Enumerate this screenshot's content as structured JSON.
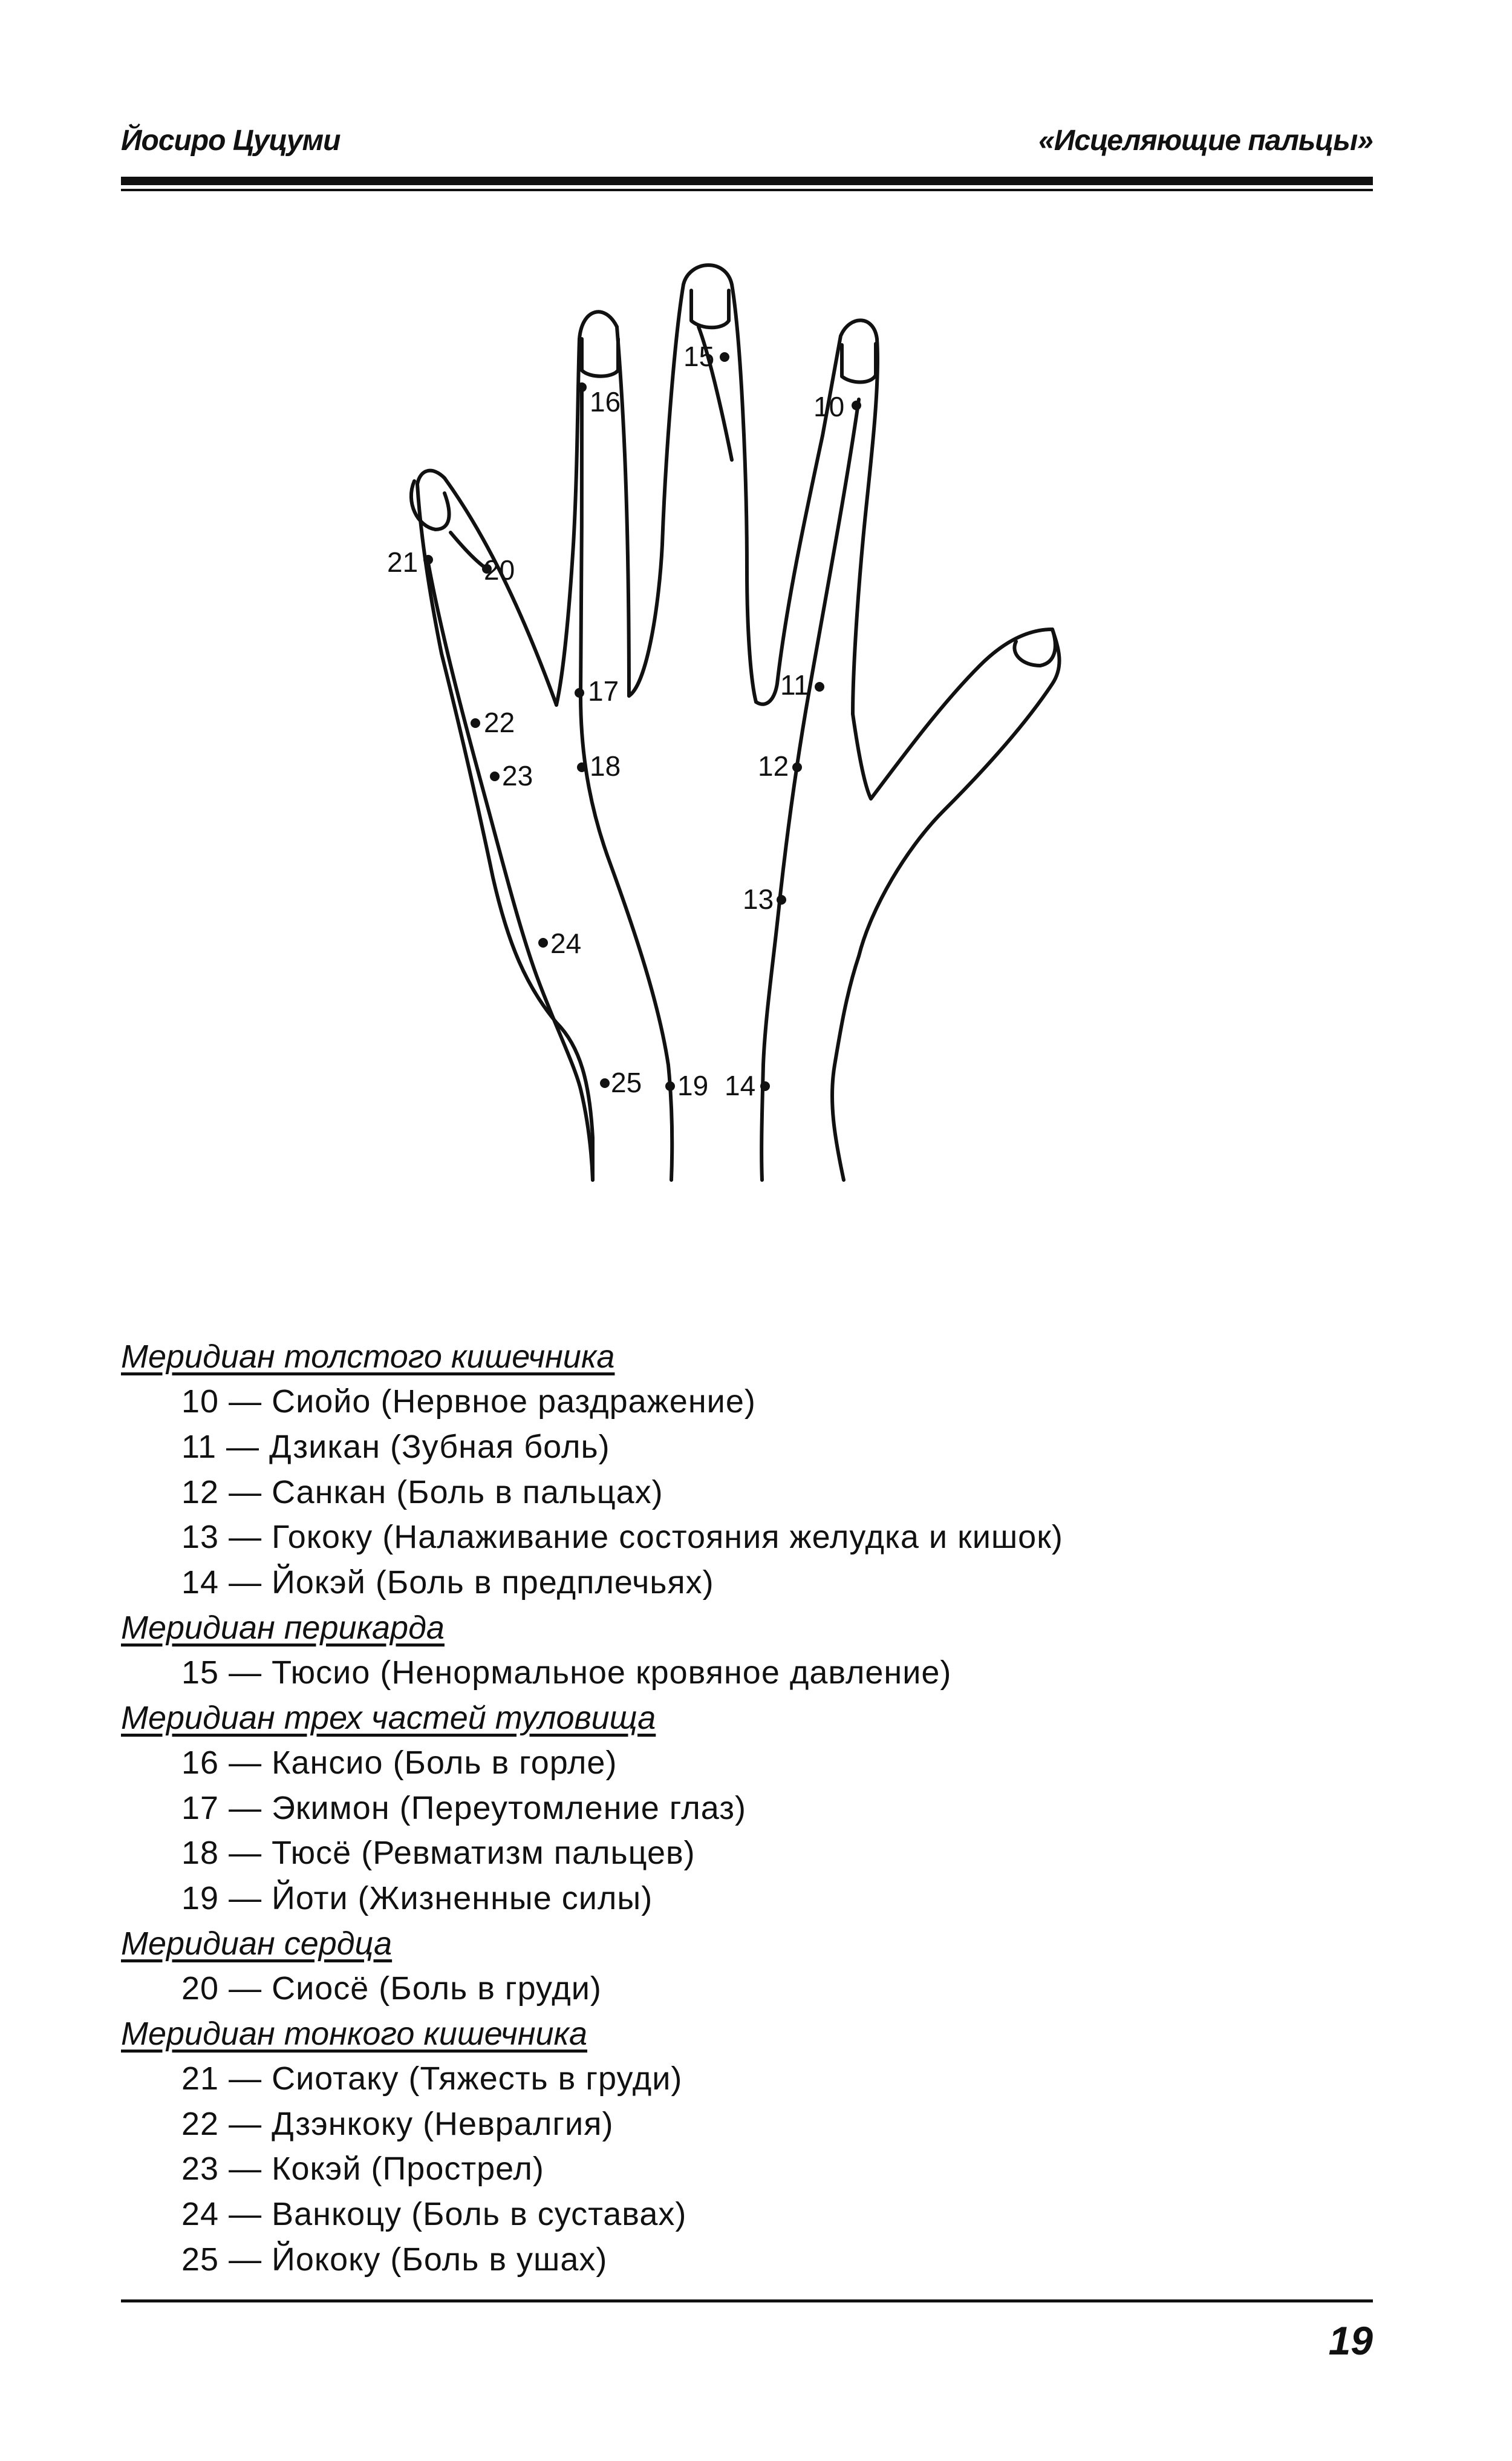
{
  "header": {
    "author": "Йосиро Цуцуми",
    "book_title": "«Исцеляющие пальцы»"
  },
  "figure": {
    "point_labels": [
      "10",
      "11",
      "12",
      "13",
      "14",
      "15",
      "16",
      "17",
      "18",
      "19",
      "20",
      "21",
      "22",
      "23",
      "24",
      "25"
    ]
  },
  "legend": {
    "groups": [
      {
        "title": "Меридиан толстого кишечника",
        "items": [
          "10 — Сиойо (Нервное раздражение)",
          "11 — Дзикан (Зубная боль)",
          "12 — Санкан (Боль в пальцах)",
          "13 — Гококу (Налаживание состояния желудка и кишок)",
          "14 — Йокэй (Боль в предплечьях)"
        ]
      },
      {
        "title": "Меридиан перикарда",
        "items": [
          "15 — Тюсио (Ненормальное кровяное давление)"
        ]
      },
      {
        "title": "Меридиан трех частей туловища",
        "items": [
          "16 — Кансио (Боль в горле)",
          "17 — Экимон (Переутомление глаз)",
          "18 — Тюсё (Ревматизм пальцев)",
          "19 — Йоти (Жизненные силы)"
        ]
      },
      {
        "title": "Меридиан сердца",
        "items": [
          "20 — Сиосё (Боль в груди)"
        ]
      },
      {
        "title": "Меридиан тонкого кишечника",
        "items": [
          "21 — Сиотаку (Тяжесть в груди)",
          "22 — Дзэнкоку (Невралгия)",
          "23 — Кокэй (Прострел)",
          "24 — Ванкоцу (Боль в суставах)",
          "25 — Йококу (Боль в ушах)"
        ]
      }
    ]
  },
  "page_number": "19"
}
